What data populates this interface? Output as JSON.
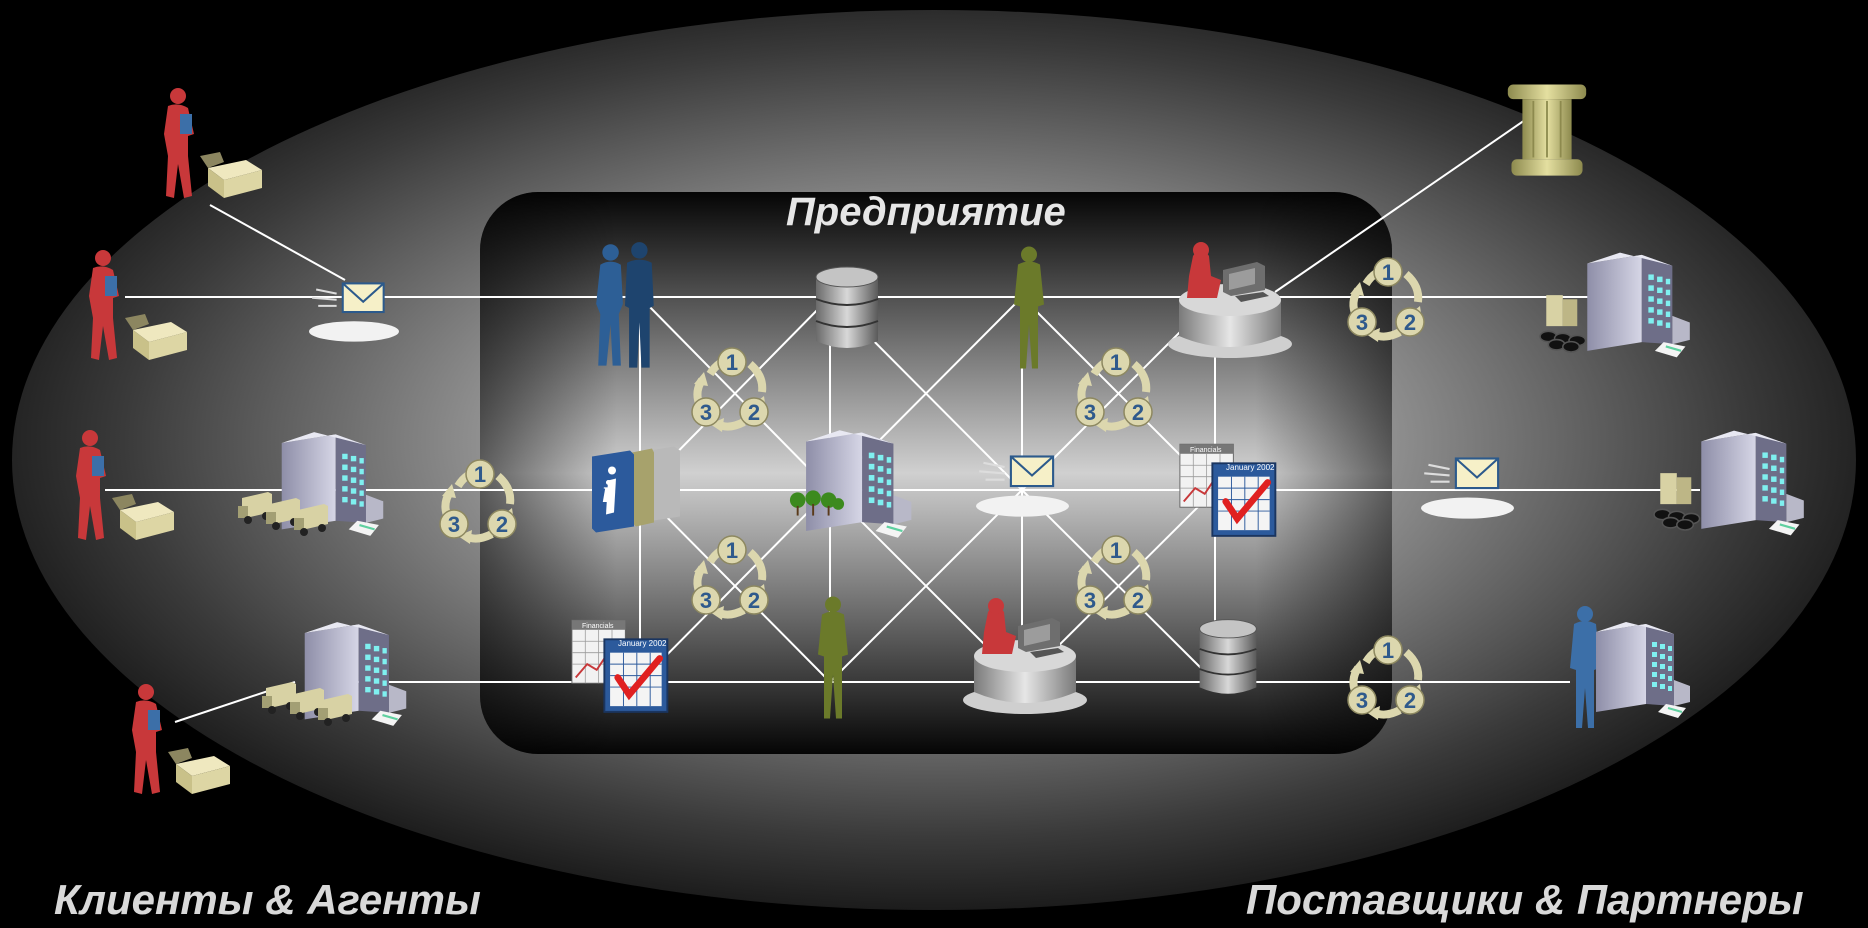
{
  "enterprise_label": "Предприятие",
  "customers_label": "Клиенты & Агенты",
  "suppliers_label": "Поставщики & Партнеры",
  "cycle_numbers": [
    "1",
    "2",
    "3"
  ],
  "calendar_header": "January 2002",
  "financials_label": "Financials",
  "info_glyph": "i",
  "colors": {
    "background": "#000000",
    "outer_ellipse": "#8c8c8c",
    "inner_panel": "#1a1a1a",
    "customer_figure": "#c8383a",
    "employee_figure": "#6b7a2a",
    "partner_figure": "#3c6fa8",
    "box": "#d8d2a4",
    "cycle_badge": "#dcd7ae",
    "cycle_digit": "#2f5a8c",
    "lines": "#ffffff"
  },
  "icons": [
    "person-with-box-icon",
    "envelope-icon",
    "warehouse-icon",
    "truck-icon",
    "cycle-icon",
    "database-icon",
    "server-building-icon",
    "books-icon",
    "calendar-icon",
    "financials-chart-icon",
    "workstation-icon",
    "pillar-icon"
  ]
}
